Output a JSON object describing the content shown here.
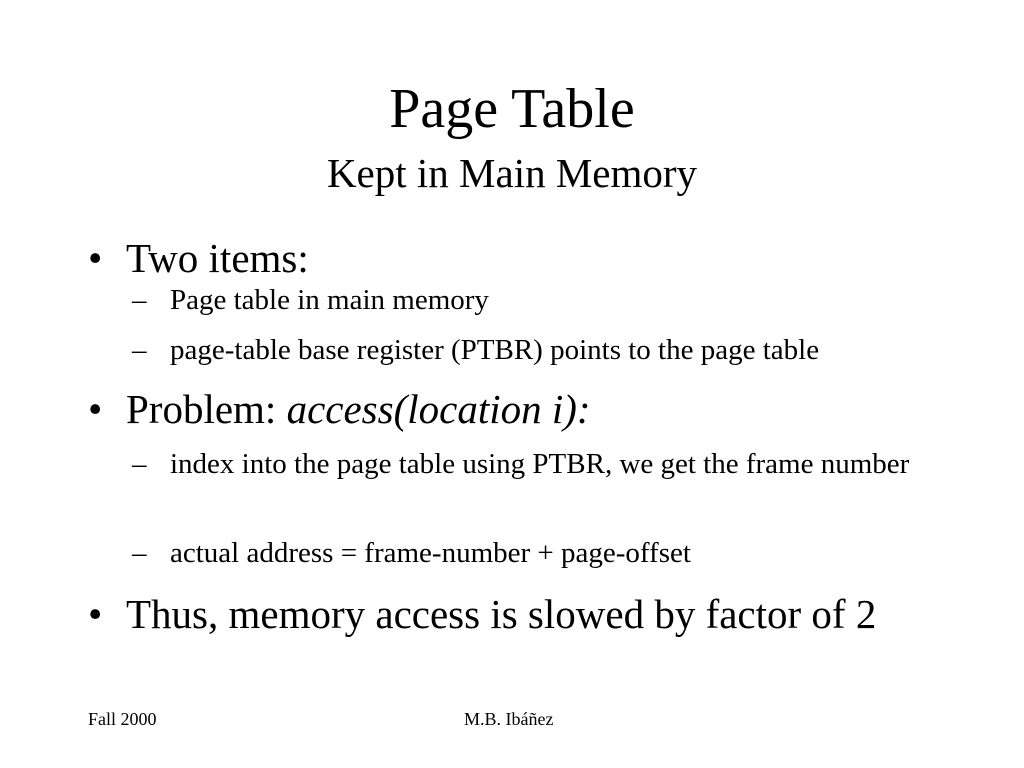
{
  "slide": {
    "title": "Page Table",
    "subtitle": "Kept in Main Memory",
    "bullet_char": "•",
    "dash_char": "–",
    "bullets": [
      {
        "text": "Two items:",
        "subitems": [
          "Page table in main memory",
          "page-table base register (PTBR) points to the page table"
        ]
      },
      {
        "text": "Problem: ",
        "emphasis": "access(location i):",
        "subitems": [
          "index into the page table using PTBR, we get the frame number",
          "actual address = frame-number + page-offset"
        ]
      },
      {
        "text": "Thus, memory access is slowed by factor of 2"
      }
    ]
  },
  "footer": {
    "left": "Fall 2000",
    "center": "M.B. Ibáñez"
  }
}
